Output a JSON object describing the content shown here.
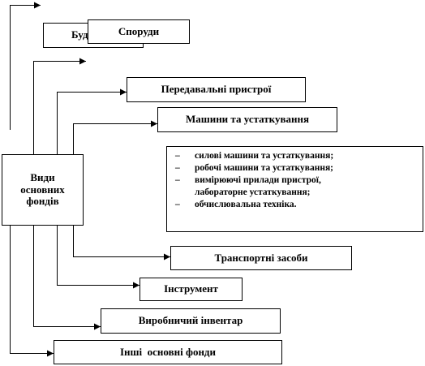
{
  "main": {
    "title_lines": [
      "Види",
      "основних",
      "фондів"
    ]
  },
  "categories": {
    "buildings": "Буд",
    "structures": "Споруди",
    "transmission": "Передавальні пристрої",
    "machines": "Машини та устаткування",
    "transport": "Транспортні засоби",
    "tools": "Інструмент",
    "inventory": "Виробничий інвентар",
    "other": "Інші  основні фонди"
  },
  "machines_detail": [
    "силові машини та устаткування;",
    "робочі машини та устаткування;",
    "вимірюючі прилади пристрої,",
    "лабораторне устаткування;",
    "обчислювальна техніка."
  ]
}
